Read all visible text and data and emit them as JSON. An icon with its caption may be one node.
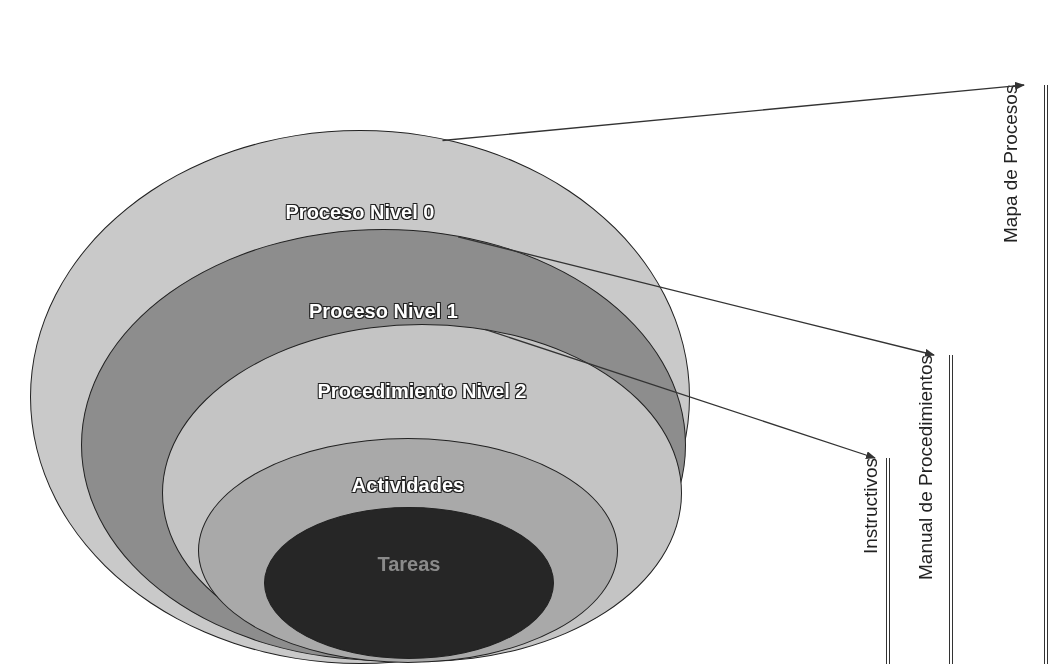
{
  "diagram": {
    "nodes": [
      {
        "text": [
          "Proceso Nivel 0"
        ]
      },
      {
        "text": [
          "Proceso Nivel 1"
        ],
        "in": 0
      },
      {
        "text": [
          "Procedimiento Nivel 2"
        ],
        "in": 1
      },
      {
        "text": [
          "Actividades"
        ],
        "in": 2
      },
      {
        "text": [
          "Tareas"
        ],
        "in": 3
      },
      {
        "text": [
          "Mapa de Procesos"
        ]
      },
      {
        "text": [
          "Manual de Procedimientos"
        ]
      },
      {
        "text": [
          "Instructivos"
        ]
      }
    ],
    "edges": [
      {
        "from": 0,
        "to": 5,
        "arrow": "to"
      },
      {
        "from": 1,
        "to": 6,
        "arrow": "to"
      },
      {
        "from": 2,
        "to": 7,
        "arrow": "to"
      }
    ]
  }
}
